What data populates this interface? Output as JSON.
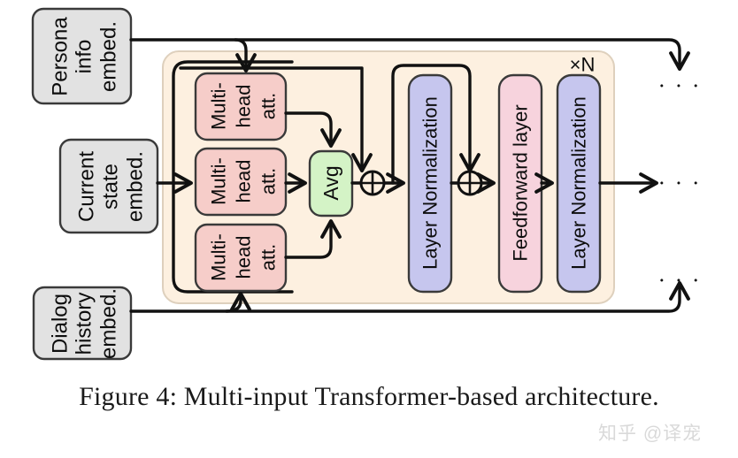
{
  "figure": {
    "caption": "Figure 4: Multi-input Transformer-based architecture.",
    "watermark": "知乎 @译宠"
  },
  "inputs": [
    {
      "id": "persona",
      "label": "Persona info embed."
    },
    {
      "id": "current_state",
      "label": "Current state embed."
    },
    {
      "id": "dialog_history",
      "label": "Dialog history embed."
    }
  ],
  "encoder_block": {
    "repeat_label": "×N",
    "attention_heads": [
      {
        "id": "mha-top",
        "label": "Multi- head att."
      },
      {
        "id": "mha-mid",
        "label": "Multi- head att."
      },
      {
        "id": "mha-bottom",
        "label": "Multi- head att."
      }
    ],
    "avg": {
      "label": "Avg"
    },
    "layer_norm_1": {
      "label": "Layer Normalization"
    },
    "feedforward": {
      "label": "Feedforward layer"
    },
    "layer_norm_2": {
      "label": "Layer Normalization"
    },
    "add_nodes": [
      {
        "id": "add-1",
        "label": "+"
      },
      {
        "id": "add-2",
        "label": "+"
      }
    ]
  },
  "outputs": [
    {
      "id": "out-top",
      "label": "· · ·"
    },
    {
      "id": "out-mid",
      "label": "· · ·"
    },
    {
      "id": "out-bottom",
      "label": "· · ·"
    }
  ],
  "colors": {
    "input_box_fill": "#e2e2e2",
    "input_box_stroke": "#3a3a3a",
    "outer_block_fill": "#fdf0e0",
    "outer_block_stroke": "#d9cbb8",
    "attention_group_stroke": "#111111",
    "attention_fill": "#f6cdc9",
    "attention_stroke": "#3a3a3a",
    "avg_fill": "#d4f3c6",
    "avg_stroke": "#3a3a3a",
    "layernorm_fill": "#c6c6ee",
    "layernorm_stroke": "#3a3a3a",
    "feedforward_fill": "#f7d3dd",
    "feedforward_stroke": "#3a3a3a",
    "line": "#111111",
    "caption_text": "#1a1a1a",
    "watermark_text": "#d9d9d9"
  }
}
